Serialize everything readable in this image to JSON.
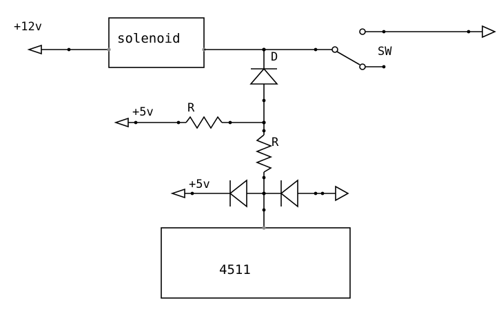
{
  "diagram": {
    "labels": {
      "v12": "+12v",
      "v5_top": "+5v",
      "v5_bottom": "+5v",
      "resistor_h": "R",
      "resistor_v": "R",
      "diode": "D",
      "switch": "SW"
    },
    "components": {
      "solenoid": "solenoid",
      "ic": "4511"
    }
  }
}
